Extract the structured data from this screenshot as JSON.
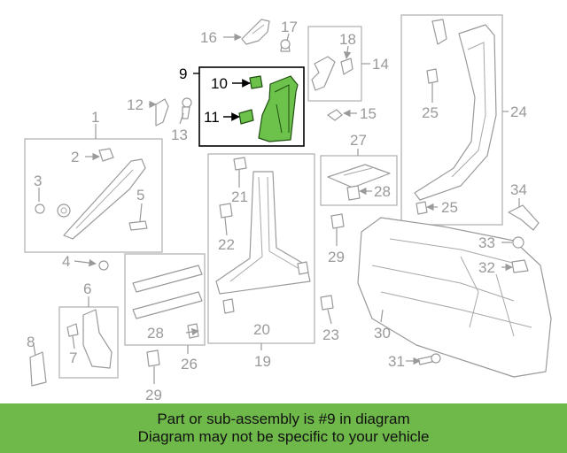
{
  "callouts": [
    "1",
    "2",
    "3",
    "4",
    "5",
    "6",
    "7",
    "8",
    "9",
    "10",
    "11",
    "12",
    "13",
    "14",
    "15",
    "16",
    "17",
    "18",
    "19",
    "20",
    "21",
    "22",
    "23",
    "24",
    "25",
    "25",
    "26",
    "27",
    "28",
    "28",
    "29",
    "29",
    "30",
    "31",
    "32",
    "33",
    "34"
  ],
  "highlight": {
    "part_number": "9",
    "color": "#6cc24a"
  },
  "banner": {
    "line1": "Part or sub-assembly is #9 in diagram",
    "line2": "Diagram may not be specific to your vehicle",
    "color": "#6fb84a"
  }
}
